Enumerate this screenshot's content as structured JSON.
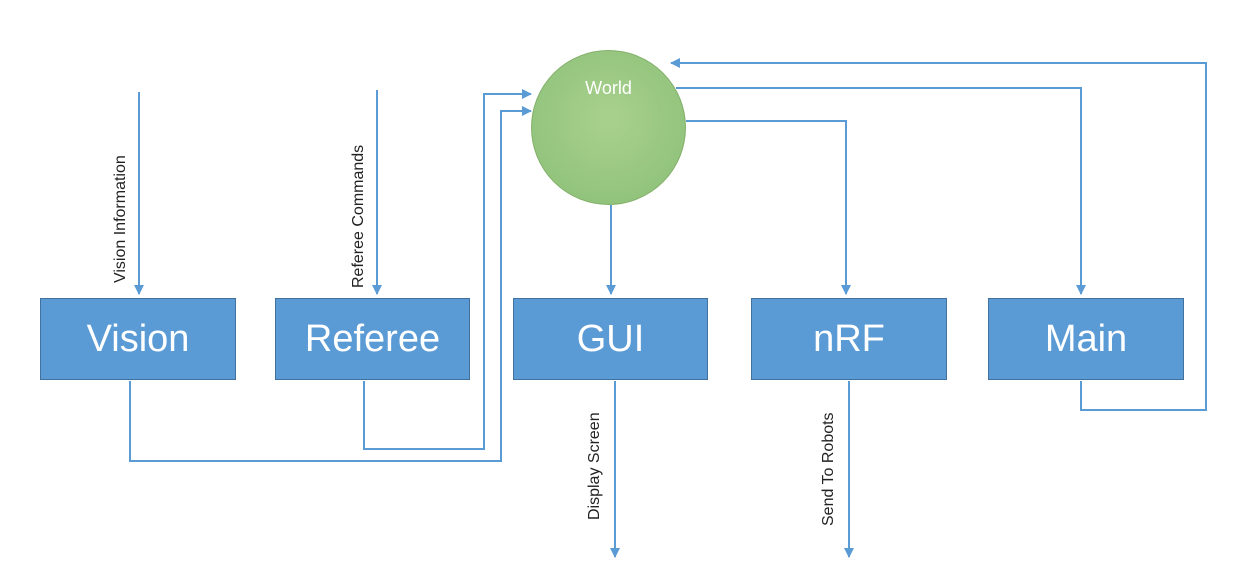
{
  "colors": {
    "box_fill": "#5b9bd5",
    "box_border": "#41719c",
    "circle_fill": "#a9d18e",
    "arrow": "#5b9bd5",
    "label_text": "#222222"
  },
  "nodes": {
    "world": "World",
    "vision": "Vision",
    "referee": "Referee",
    "gui": "GUI",
    "nrf": "nRF",
    "main": "Main"
  },
  "edge_labels": {
    "vision_information": "Vision Information",
    "referee_commands": "Referee Commands",
    "display_screen": "Display Screen",
    "send_to_robots": "Send To Robots"
  }
}
